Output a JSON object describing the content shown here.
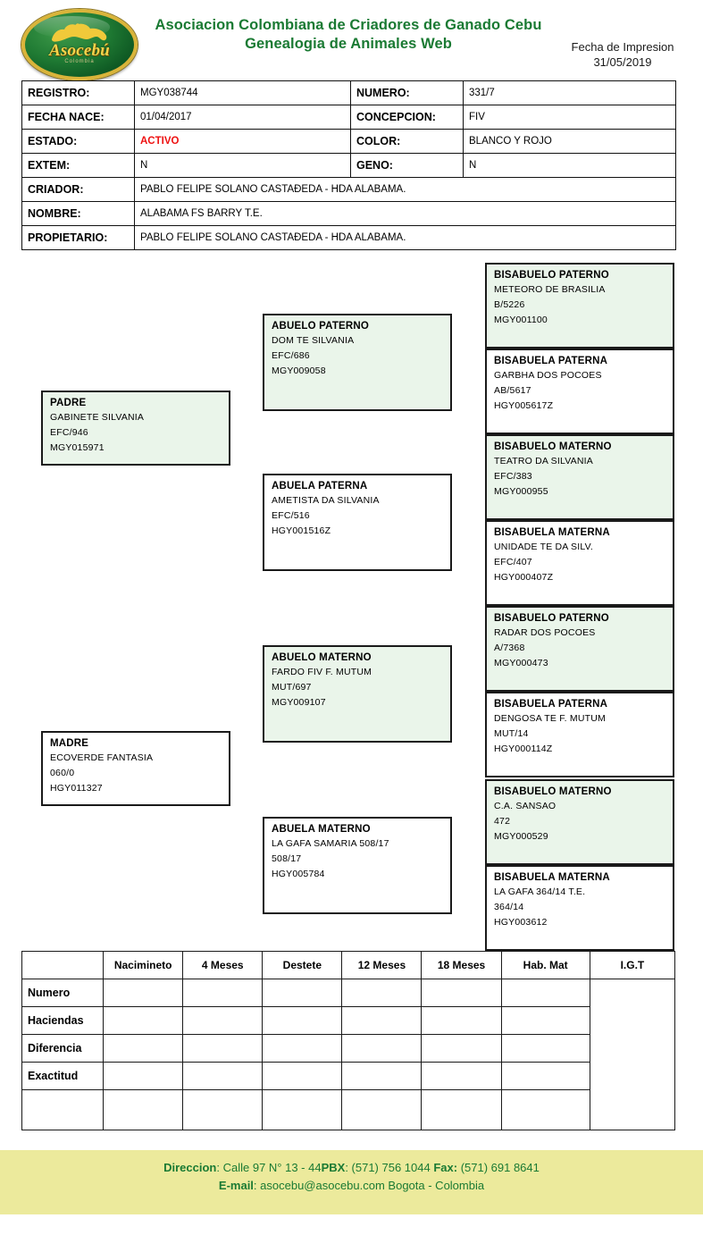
{
  "header": {
    "logo": {
      "brand": "Asocebú",
      "sub": "Colombia",
      "icon": "zebu-silhouette-icon"
    },
    "title_line1": "Asociacion Colombiana de Criadores de Ganado Cebu",
    "title_line2": "Genealogia de Animales Web",
    "print_date_label": "Fecha de Impresion",
    "print_date_value": "31/05/2019"
  },
  "info": {
    "registro_label": "REGISTRO:",
    "registro_value": "MGY038744",
    "numero_label": "NUMERO:",
    "numero_value": "331/7",
    "fecha_nace_label": "FECHA NACE:",
    "fecha_nace_value": "01/04/2017",
    "concepcion_label": "CONCEPCION:",
    "concepcion_value": "FIV",
    "estado_label": "ESTADO:",
    "estado_value": "ACTIVO",
    "color_label": "COLOR:",
    "color_value": "BLANCO Y ROJO",
    "extem_label": "EXTEM:",
    "extem_value": "N",
    "geno_label": "GENO:",
    "geno_value": "N",
    "criador_label": "CRIADOR:",
    "criador_value": "PABLO FELIPE SOLANO CASTAÐEDA - HDA ALABAMA.",
    "nombre_label": "NOMBRE:",
    "nombre_value": "ALABAMA FS BARRY T.E.",
    "propietario_label": "PROPIETARIO:",
    "propietario_value": "PABLO FELIPE SOLANO CASTAÐEDA - HDA ALABAMA."
  },
  "pedigree": {
    "padre": {
      "title": "PADRE",
      "name": "GABINETE SILVANIA",
      "code": "EFC/946",
      "reg": "MGY015971"
    },
    "madre": {
      "title": "MADRE",
      "name": "ECOVERDE FANTASIA",
      "code": "060/0",
      "reg": "HGY011327"
    },
    "abuelo_paterno": {
      "title": "ABUELO PATERNO",
      "name": "DOM TE SILVANIA",
      "code": "EFC/686",
      "reg": "MGY009058"
    },
    "abuela_paterna": {
      "title": "ABUELA PATERNA",
      "name": "AMETISTA DA SILVANIA",
      "code": "EFC/516",
      "reg": "HGY001516Z"
    },
    "abuelo_materno": {
      "title": "ABUELO MATERNO",
      "name": "FARDO FIV F. MUTUM",
      "code": "MUT/697",
      "reg": "MGY009107"
    },
    "abuela_materno": {
      "title": "ABUELA MATERNO",
      "name": "LA GAFA SAMARIA 508/17",
      "code": "508/17",
      "reg": "HGY005784"
    },
    "bis": [
      {
        "title": "BISABUELO PATERNO",
        "name": "METEORO DE BRASILIA",
        "code": "B/5226",
        "reg": "MGY001100"
      },
      {
        "title": "BISABUELA PATERNA",
        "name": "GARBHA DOS POCOES",
        "code": "AB/5617",
        "reg": "HGY005617Z"
      },
      {
        "title": "BISABUELO MATERNO",
        "name": "TEATRO DA SILVANIA",
        "code": "EFC/383",
        "reg": "MGY000955"
      },
      {
        "title": "BISABUELA MATERNA",
        "name": "UNIDADE TE DA SILV.",
        "code": "EFC/407",
        "reg": "HGY000407Z"
      },
      {
        "title": "BISABUELO PATERNO",
        "name": "RADAR DOS POCOES",
        "code": "A/7368",
        "reg": "MGY000473"
      },
      {
        "title": "BISABUELA PATERNA",
        "name": "DENGOSA TE F. MUTUM",
        "code": "MUT/14",
        "reg": "HGY000114Z"
      },
      {
        "title": "BISABUELO MATERNO",
        "name": "C.A. SANSAO",
        "code": "472",
        "reg": "MGY000529"
      },
      {
        "title": "BISABUELA MATERNA",
        "name": "LA GAFA 364/14 T.E.",
        "code": "364/14",
        "reg": "HGY003612"
      }
    ]
  },
  "measure_table": {
    "columns": [
      "",
      "Nacimineto",
      "4 Meses",
      "Destete",
      "12 Meses",
      "18 Meses",
      "Hab. Mat",
      "I.G.T"
    ],
    "rows": [
      {
        "label": "Numero",
        "values": [
          "",
          "",
          "",
          "",
          "",
          ""
        ]
      },
      {
        "label": "Haciendas",
        "values": [
          "",
          "",
          "",
          "",
          "",
          ""
        ]
      },
      {
        "label": "Diferencia",
        "values": [
          "",
          "",
          "",
          "",
          "",
          ""
        ]
      },
      {
        "label": "Exactitud",
        "values": [
          "",
          "",
          "",
          "",
          "",
          ""
        ]
      },
      {
        "label": "",
        "values": [
          "",
          "",
          "",
          "",
          "",
          ""
        ]
      }
    ],
    "igt_value": ""
  },
  "footer": {
    "line1_a": "Direccion",
    "line1_b": ": Calle 97 N°  13 - 44",
    "line1_c": "PBX",
    "line1_d": ": (571) 756 1044 ",
    "line1_e": "Fax:",
    "line1_f": " (571) 691 8641",
    "line2_a": "E-mail",
    "line2_b": ": asocebu@asocebu.com Bogota - Colombia"
  },
  "colors": {
    "brand_green": "#1a7a33",
    "footer_bg": "#ecea9c",
    "active_red": "#ee1111",
    "box_tint": "#eaf5ea"
  }
}
